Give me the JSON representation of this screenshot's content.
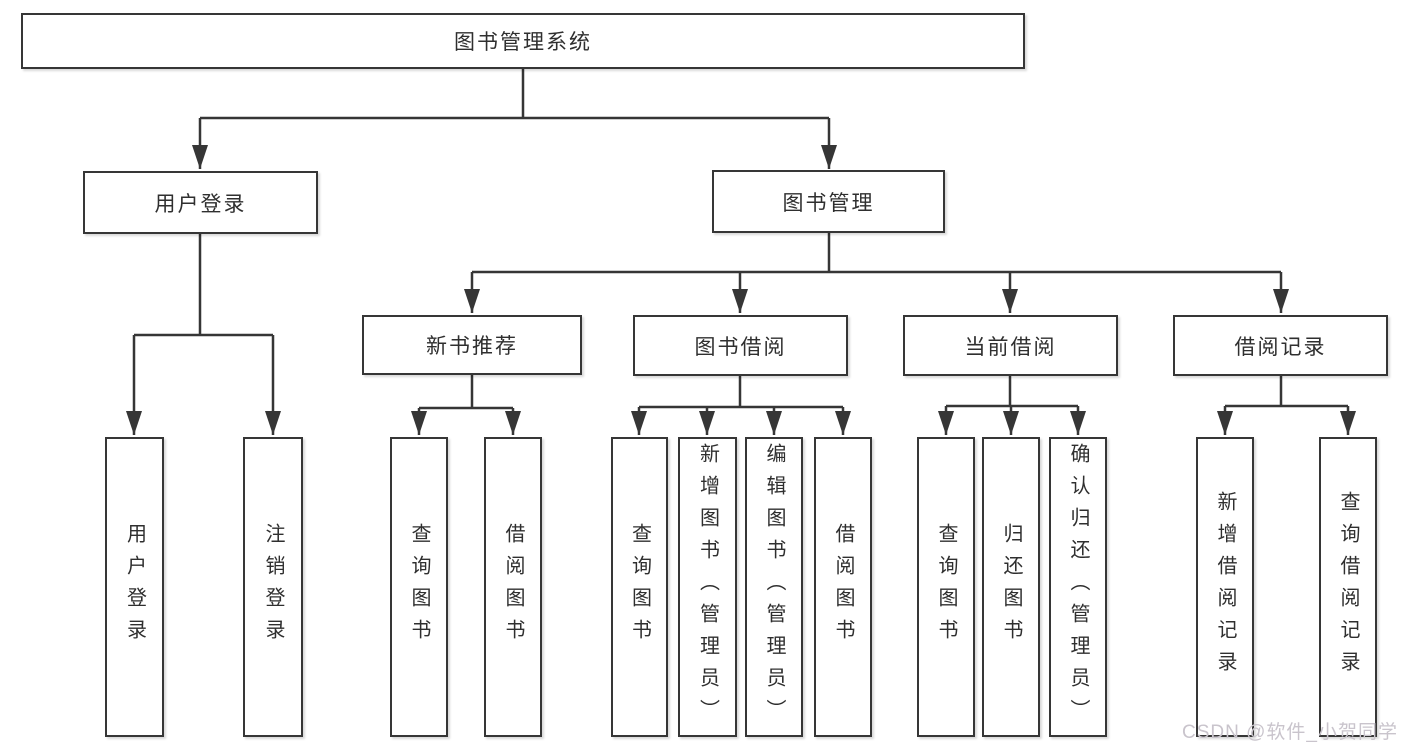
{
  "nodes": {
    "root": "图书管理系统",
    "user_login": "用户登录",
    "book_mgmt": "图书管理",
    "new_book_rec": "新书推荐",
    "book_borrow": "图书借阅",
    "current_borrow": "当前借阅",
    "borrow_record": "借阅记录",
    "leaf_login": "用户登录",
    "leaf_logout": "注销登录",
    "leaf_nb_query": "查询图书",
    "leaf_nb_borrow": "借阅图书",
    "leaf_bb_query": "查询图书",
    "leaf_bb_add": "新增图书（管理员）",
    "leaf_bb_edit": "编辑图书（管理员）",
    "leaf_bb_borrow": "借阅图书",
    "leaf_cb_query": "查询图书",
    "leaf_cb_return": "归还图书",
    "leaf_cb_confirm": "确认归还（管理员）",
    "leaf_br_add": "新增借阅记录",
    "leaf_br_query": "查询借阅记录"
  },
  "hierarchy": {
    "图书管理系统": {
      "用户登录": [
        "用户登录",
        "注销登录"
      ],
      "图书管理": {
        "新书推荐": [
          "查询图书",
          "借阅图书"
        ],
        "图书借阅": [
          "查询图书",
          "新增图书（管理员）",
          "编辑图书（管理员）",
          "借阅图书"
        ],
        "当前借阅": [
          "查询图书",
          "归还图书",
          "确认归还（管理员）"
        ],
        "借阅记录": [
          "新增借阅记录",
          "查询借阅记录"
        ]
      }
    }
  },
  "colors": {
    "line": "#363636",
    "text": "#2f2f2f",
    "watermark": "#c9c4cc",
    "background": "#ffffff"
  },
  "watermark": {
    "text": "CSDN @软件_小贺同学"
  }
}
